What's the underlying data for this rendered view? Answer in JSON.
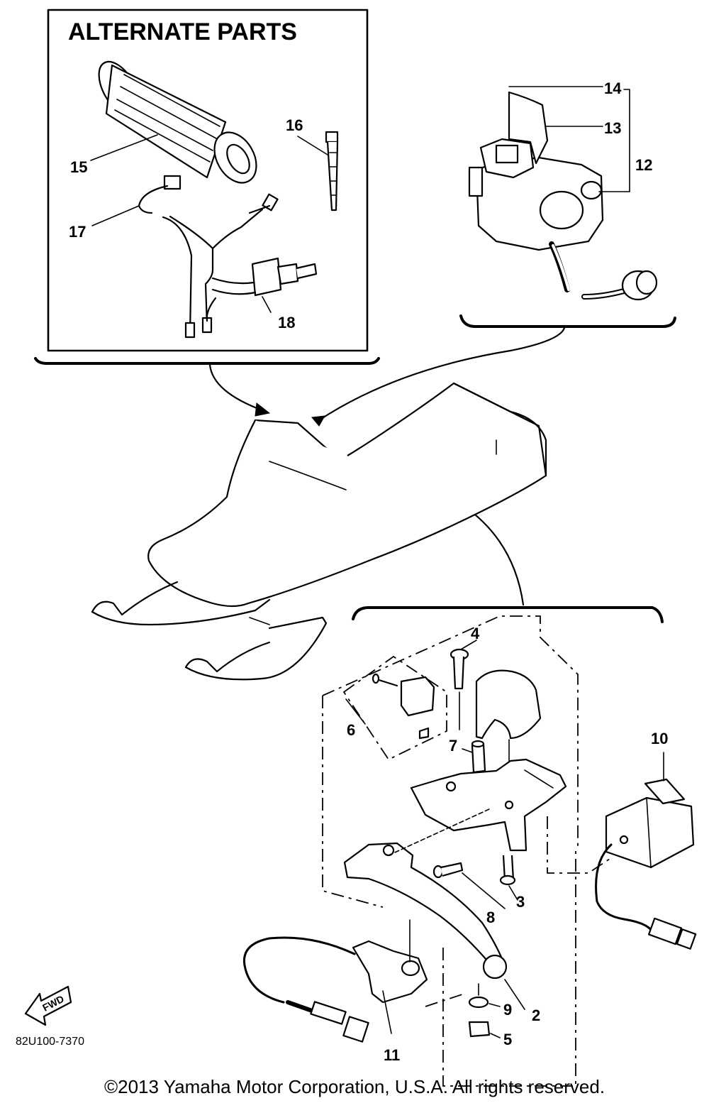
{
  "diagram": {
    "alternate_parts_title": "ALTERNATE PARTS",
    "callouts": {
      "c2": "2",
      "c3": "3",
      "c4": "4",
      "c5": "5",
      "c6": "6",
      "c7": "7",
      "c8": "8",
      "c9": "9",
      "c10": "10",
      "c11": "11",
      "c12": "12",
      "c13": "13",
      "c14": "14",
      "c15": "15",
      "c16": "16",
      "c17": "17",
      "c18": "18"
    },
    "part_number": "82U100-7370",
    "fwd_label": "FWD",
    "copyright": "©2013 Yamaha Motor Corporation, U.S.A. All rights reserved."
  }
}
